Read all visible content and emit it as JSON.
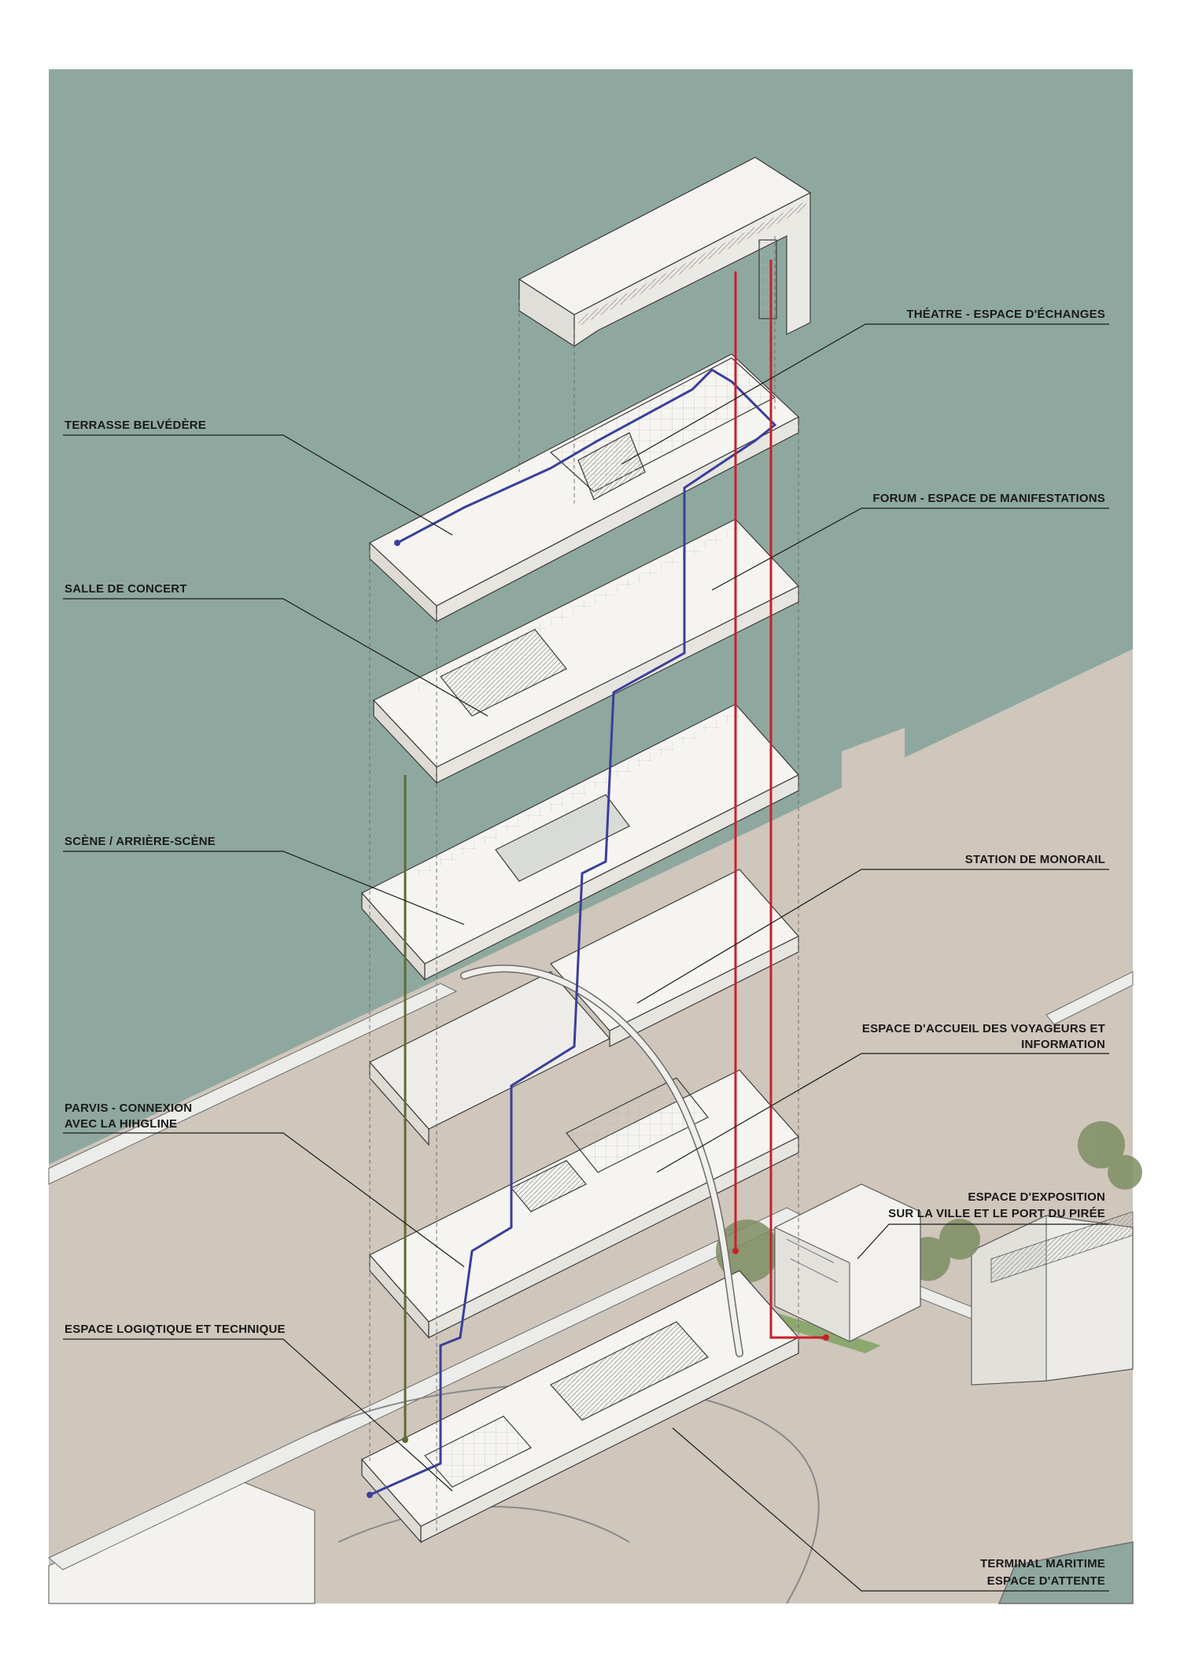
{
  "colors": {
    "sea": "#8fa89f",
    "ground": "#cfc6bc",
    "paper": "#ffffff",
    "structure": "#f2f0ec",
    "line": "#3a3a3a",
    "circulation_blue": "#3b3f9a",
    "circulation_red": "#c8202a",
    "circulation_green": "#5e6b34",
    "trees": "#7e8e63"
  },
  "labels": {
    "theatre": "THÉATRE - ESPACE D'ÉCHANGES",
    "terrasse": "TERRASSE BELVÉDÈRE",
    "forum": "FORUM - ESPACE DE MANIFESTATIONS",
    "concert": "SALLE DE CONCERT",
    "scene": "SCÈNE / ARRIÈRE-SCÈNE",
    "monorail": "STATION DE MONORAIL",
    "accueil_line1": "ESPACE D'ACCUEIL DES VOYAGEURS ET",
    "accueil_line2": "INFORMATION",
    "parvis_line1": "PARVIS - CONNEXION",
    "parvis_line2": "AVEC LA HIHGLINE",
    "exposition_line1": "ESPACE D'EXPOSITION",
    "exposition_line2": "SUR LA VILLE ET LE PORT DU PIRÉE",
    "logistique": "ESPACE LOGIQTIQUE ET TECHNIQUE",
    "terminal_line1": "TERMINAL MARITIME",
    "terminal_line2": "ESPACE D'ATTENTE"
  }
}
